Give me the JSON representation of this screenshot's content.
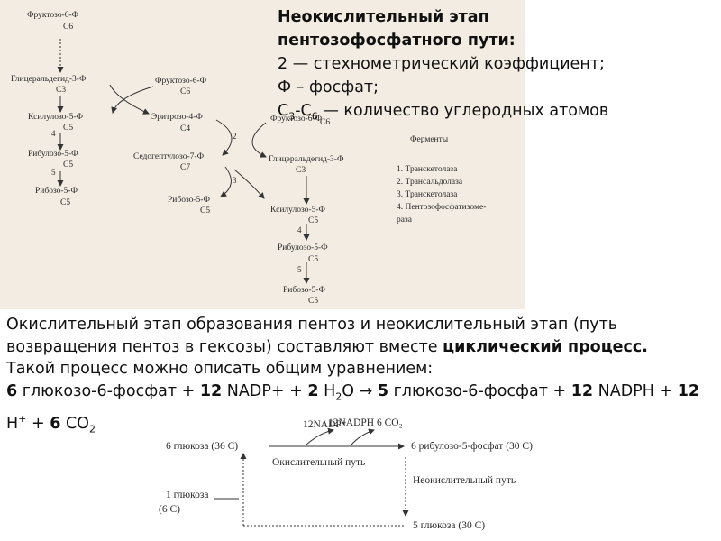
{
  "diagram": {
    "col1": {
      "fructose6p": "Фруктозо-6-Ф",
      "fructose6p_c": "C6",
      "glyceraldehyde3p": "Глицеральдегид-3-Ф",
      "glyceraldehyde3p_c": "C3",
      "xylulose5p": "Ксилулозо-5-Ф",
      "xylulose5p_c": "C5",
      "ribulose5p": "Рибулозо-5-Ф",
      "ribulose5p_c": "C5",
      "ribose5p": "Рибозо-5-Ф",
      "ribose5p_c": "C5",
      "arrow_4": "4",
      "arrow_5": "5"
    },
    "col2": {
      "fructose6p": "Фруктозо-6-Ф",
      "fructose6p_c": "C6",
      "erythrose4p": "Эритрозо-4-Ф",
      "erythrose4p_c": "C4",
      "sedoheptulose7p": "Седогептулозо-7-Ф",
      "sedoheptulose7p_c": "C7",
      "ribose5p": "Рибозо-5-Ф",
      "ribose5p_c": "C5",
      "arrow_1": "1",
      "arrow_2": "2",
      "arrow_3": "3"
    },
    "col3": {
      "fructose6p": "Фруктозо-6-Ф",
      "fructose6p_c": "C6",
      "glyceraldehyde3p": "Глицеральдегид-3-Ф",
      "glyceraldehyde3p_c": "C3",
      "xylulose5p": "Ксилулозо-5-Ф",
      "xylulose5p_c": "C5",
      "ribulose5p": "Рибулозо-5-Ф",
      "ribulose5p_c": "C5",
      "ribose5p": "Рибозо-5-Ф",
      "ribose5p_c": "C5",
      "arrow_4": "4",
      "arrow_5": "5"
    },
    "enzymes": {
      "title": "Ферменты",
      "items": [
        "1. Транскетолаза",
        "2. Трансальдолаза",
        "3. Транскетолаза",
        "4. Пентозофосфатизоме-",
        "раза"
      ]
    }
  },
  "title": {
    "line1": "Неокислительный этап",
    "line2": "пентозофосфатного пути:",
    "line3": "2 — стехнометрический коэффициент;",
    "line4": "Ф – фосфат;",
    "line5_c3": "C",
    "line5_sub3": "3",
    "line5_dash": "-C",
    "line5_sub6": "6",
    "line5_rest": " — количество углеродных атомов"
  },
  "text": {
    "p1_a": "Окислительный этап образования пентоз и неокислительный этап (путь возвращения пентоз в гексозы) составляют вместе ",
    "p1_bold": "циклический процесс.",
    "p2": "Такой процесс можно описать общим уравнением:",
    "eq_6": "6",
    "eq_a": " глюкозо-6-фосфат + ",
    "eq_12a": "12",
    "eq_b": " NADP+ + ",
    "eq_2": "2",
    "eq_c": " H",
    "eq_c_sub": "2",
    "eq_d": "O → ",
    "eq_5": "5",
    "eq_e": " глюкозо-6-фосфат + ",
    "eq_12b": "12",
    "eq_f": " NADPH + ",
    "eq_12c": "12",
    "eq_g": " H",
    "eq_g_sup": "+",
    "eq_h": " + ",
    "eq_6b": "6",
    "eq_i": " CO",
    "eq_i_sub": "2"
  },
  "cycle": {
    "g6": "6 глюкоза (36 С)",
    "nadp": "12NADP⁺",
    "nadph": "12NADPH 6 CO₂",
    "ribulose": "6 рибулозо-5-фосфат (30 С)",
    "oxidative": "Окислительный путь",
    "nonoxidative": "Неокислительный путь",
    "glucose1": "1 глюкоза",
    "glucose1_c": "(6 С)",
    "glucose5": "5 глюкоза (30 С)"
  }
}
